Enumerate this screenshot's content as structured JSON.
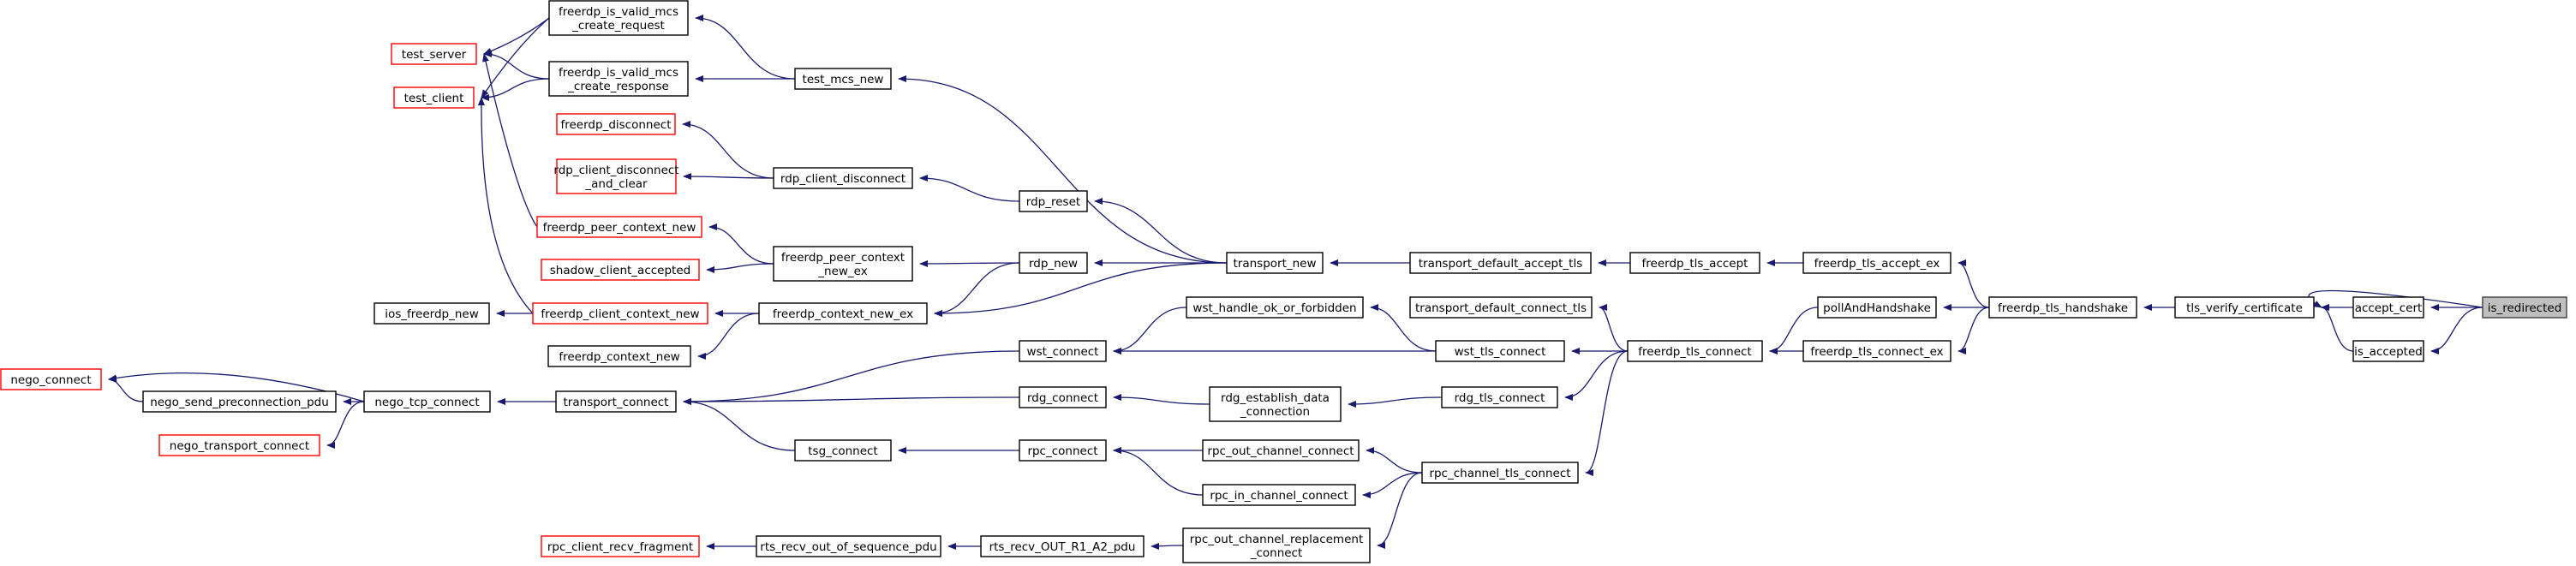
{
  "colors": {
    "edge": "#191970",
    "border": "#000000",
    "red_border": "#ff0000",
    "focus_fill": "#bfbfbf"
  },
  "nodes": [
    {
      "id": "is_redirected",
      "lines": [
        "is_redirected"
      ],
      "style": "focus"
    },
    {
      "id": "accept_cert",
      "lines": [
        "accept_cert"
      ],
      "style": "normal"
    },
    {
      "id": "is_accepted",
      "lines": [
        "is_accepted"
      ],
      "style": "normal"
    },
    {
      "id": "tls_verify",
      "lines": [
        "tls_verify_certificate"
      ],
      "style": "normal"
    },
    {
      "id": "fhandshake",
      "lines": [
        "freerdp_tls_handshake"
      ],
      "style": "normal"
    },
    {
      "id": "faccept_ex",
      "lines": [
        "freerdp_tls_accept_ex"
      ],
      "style": "normal"
    },
    {
      "id": "pollhs",
      "lines": [
        "pollAndHandshake"
      ],
      "style": "normal"
    },
    {
      "id": "fconnect_ex",
      "lines": [
        "freerdp_tls_connect_ex"
      ],
      "style": "normal"
    },
    {
      "id": "faccept",
      "lines": [
        "freerdp_tls_accept"
      ],
      "style": "normal"
    },
    {
      "id": "fconnect",
      "lines": [
        "freerdp_tls_connect"
      ],
      "style": "normal"
    },
    {
      "id": "tdat",
      "lines": [
        "transport_default_accept_tls"
      ],
      "style": "normal"
    },
    {
      "id": "tdct",
      "lines": [
        "transport_default_connect_tls"
      ],
      "style": "normal"
    },
    {
      "id": "wst_tls",
      "lines": [
        "wst_tls_connect"
      ],
      "style": "normal"
    },
    {
      "id": "rdg_tls",
      "lines": [
        "rdg_tls_connect"
      ],
      "style": "normal"
    },
    {
      "id": "rpc_tls",
      "lines": [
        "rpc_channel_tls_connect"
      ],
      "style": "normal"
    },
    {
      "id": "transport_new",
      "lines": [
        "transport_new"
      ],
      "style": "normal"
    },
    {
      "id": "wst_handle",
      "lines": [
        "wst_handle_ok_or_forbidden"
      ],
      "style": "normal"
    },
    {
      "id": "rdg_est",
      "lines": [
        "rdg_establish_data",
        "_connection"
      ],
      "style": "normal"
    },
    {
      "id": "rpc_out",
      "lines": [
        "rpc_out_channel_connect"
      ],
      "style": "normal"
    },
    {
      "id": "rpc_in",
      "lines": [
        "rpc_in_channel_connect"
      ],
      "style": "normal"
    },
    {
      "id": "rpc_out_rep",
      "lines": [
        "rpc_out_channel_replacement",
        "_connect"
      ],
      "style": "normal"
    },
    {
      "id": "rdp_reset",
      "lines": [
        "rdp_reset"
      ],
      "style": "normal"
    },
    {
      "id": "rdp_new",
      "lines": [
        "rdp_new"
      ],
      "style": "normal"
    },
    {
      "id": "wst_connect",
      "lines": [
        "wst_connect"
      ],
      "style": "normal"
    },
    {
      "id": "rdg_connect",
      "lines": [
        "rdg_connect"
      ],
      "style": "normal"
    },
    {
      "id": "rpc_connect",
      "lines": [
        "rpc_connect"
      ],
      "style": "normal"
    },
    {
      "id": "rts_recv_a2",
      "lines": [
        "rts_recv_OUT_R1_A2_pdu"
      ],
      "style": "normal"
    },
    {
      "id": "test_mcs_new",
      "lines": [
        "test_mcs_new"
      ],
      "style": "normal"
    },
    {
      "id": "rdp_cd",
      "lines": [
        "rdp_client_disconnect"
      ],
      "style": "normal"
    },
    {
      "id": "fpcne",
      "lines": [
        "freerdp_peer_context",
        "_new_ex"
      ],
      "style": "normal"
    },
    {
      "id": "fcne",
      "lines": [
        "freerdp_context_new_ex"
      ],
      "style": "normal"
    },
    {
      "id": "transport_connect",
      "lines": [
        "transport_connect"
      ],
      "style": "normal"
    },
    {
      "id": "tsg_connect",
      "lines": [
        "tsg_connect"
      ],
      "style": "normal"
    },
    {
      "id": "rts_oos",
      "lines": [
        "rts_recv_out_of_sequence_pdu"
      ],
      "style": "normal"
    },
    {
      "id": "fivmreq",
      "lines": [
        "freerdp_is_valid_mcs",
        "_create_request"
      ],
      "style": "normal"
    },
    {
      "id": "fivmresp",
      "lines": [
        "freerdp_is_valid_mcs",
        "_create_response"
      ],
      "style": "normal"
    },
    {
      "id": "fdisc",
      "lines": [
        "freerdp_disconnect"
      ],
      "style": "red"
    },
    {
      "id": "rcdac",
      "lines": [
        "rdp_client_disconnect",
        "_and_clear"
      ],
      "style": "red"
    },
    {
      "id": "fpcn",
      "lines": [
        "freerdp_peer_context_new"
      ],
      "style": "red"
    },
    {
      "id": "sca",
      "lines": [
        "shadow_client_accepted"
      ],
      "style": "red"
    },
    {
      "id": "fccn",
      "lines": [
        "freerdp_client_context_new"
      ],
      "style": "red"
    },
    {
      "id": "fcn",
      "lines": [
        "freerdp_context_new"
      ],
      "style": "normal"
    },
    {
      "id": "ntc",
      "lines": [
        "nego_tcp_connect"
      ],
      "style": "normal"
    },
    {
      "id": "rcrf",
      "lines": [
        "rpc_client_recv_fragment"
      ],
      "style": "red"
    },
    {
      "id": "test_server",
      "lines": [
        "test_server"
      ],
      "style": "red"
    },
    {
      "id": "test_client",
      "lines": [
        "test_client"
      ],
      "style": "red"
    },
    {
      "id": "ios_new",
      "lines": [
        "ios_freerdp_new"
      ],
      "style": "normal"
    },
    {
      "id": "nspp",
      "lines": [
        "nego_send_preconnection_pdu"
      ],
      "style": "normal"
    },
    {
      "id": "ntrc",
      "lines": [
        "nego_transport_connect"
      ],
      "style": "red"
    },
    {
      "id": "nego_connect",
      "lines": [
        "nego_connect"
      ],
      "style": "red"
    }
  ],
  "edges": [
    [
      "accept_cert",
      "is_redirected"
    ],
    [
      "is_accepted",
      "is_redirected"
    ],
    [
      "tls_verify",
      "is_redirected"
    ],
    [
      "tls_verify",
      "accept_cert"
    ],
    [
      "tls_verify",
      "is_accepted"
    ],
    [
      "fhandshake",
      "tls_verify"
    ],
    [
      "faccept_ex",
      "fhandshake"
    ],
    [
      "pollhs",
      "fhandshake"
    ],
    [
      "fconnect_ex",
      "fhandshake"
    ],
    [
      "faccept",
      "faccept_ex"
    ],
    [
      "fconnect",
      "pollhs"
    ],
    [
      "fconnect",
      "fconnect_ex"
    ],
    [
      "tdat",
      "faccept"
    ],
    [
      "tdct",
      "fconnect"
    ],
    [
      "wst_tls",
      "fconnect"
    ],
    [
      "rdg_tls",
      "fconnect"
    ],
    [
      "rpc_tls",
      "fconnect"
    ],
    [
      "transport_new",
      "tdat"
    ],
    [
      "wst_handle",
      "wst_tls"
    ],
    [
      "wst_connect",
      "wst_tls"
    ],
    [
      "rdg_est",
      "rdg_tls"
    ],
    [
      "rpc_out",
      "rpc_tls"
    ],
    [
      "rpc_in",
      "rpc_tls"
    ],
    [
      "rpc_out_rep",
      "rpc_tls"
    ],
    [
      "test_mcs_new",
      "transport_new"
    ],
    [
      "rdp_reset",
      "transport_new"
    ],
    [
      "rdp_new",
      "transport_new"
    ],
    [
      "fcne",
      "transport_new"
    ],
    [
      "rdp_cd",
      "rdp_reset"
    ],
    [
      "fpcne",
      "rdp_new"
    ],
    [
      "fcne",
      "rdp_new"
    ],
    [
      "wst_connect",
      "wst_handle"
    ],
    [
      "transport_connect",
      "wst_connect"
    ],
    [
      "transport_connect",
      "rdg_connect"
    ],
    [
      "transport_connect",
      "tsg_connect"
    ],
    [
      "rdg_connect",
      "rdg_est"
    ],
    [
      "rpc_connect",
      "rpc_out"
    ],
    [
      "rpc_connect",
      "rpc_in"
    ],
    [
      "tsg_connect",
      "rpc_connect"
    ],
    [
      "rts_recv_a2",
      "rpc_out_rep"
    ],
    [
      "rts_oos",
      "rts_recv_a2"
    ],
    [
      "rcrf",
      "rts_oos"
    ],
    [
      "fivmreq",
      "test_mcs_new"
    ],
    [
      "fivmresp",
      "test_mcs_new"
    ],
    [
      "fdisc",
      "rdp_cd"
    ],
    [
      "rcdac",
      "rdp_cd"
    ],
    [
      "fpcn",
      "fpcne"
    ],
    [
      "sca",
      "fpcne"
    ],
    [
      "fccn",
      "fcne"
    ],
    [
      "fcn",
      "fcne"
    ],
    [
      "ntc",
      "transport_connect"
    ],
    [
      "test_server",
      "fivmreq"
    ],
    [
      "test_server",
      "fivmresp"
    ],
    [
      "test_server",
      "fpcn"
    ],
    [
      "test_client",
      "fivmreq"
    ],
    [
      "test_client",
      "fivmresp"
    ],
    [
      "test_client",
      "fccn"
    ],
    [
      "ios_new",
      "fccn"
    ],
    [
      "nspp",
      "ntc"
    ],
    [
      "ntrc",
      "ntc"
    ],
    [
      "nego_connect",
      "ntc"
    ],
    [
      "nego_connect",
      "nspp"
    ]
  ]
}
